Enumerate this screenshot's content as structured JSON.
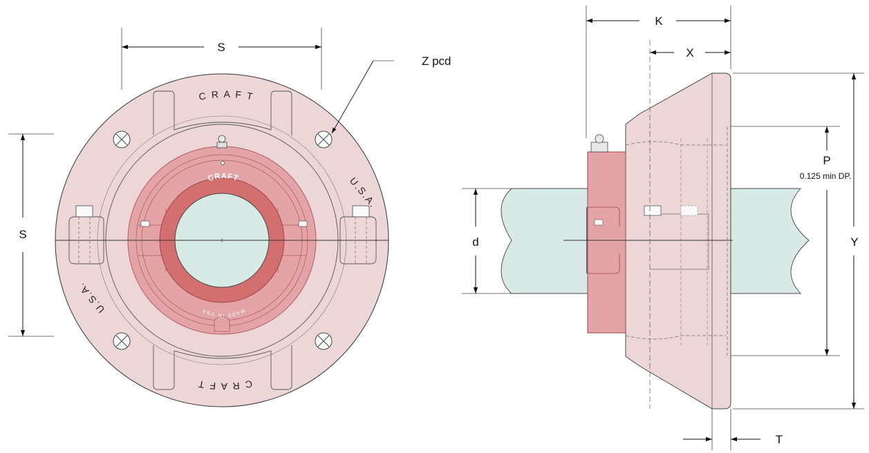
{
  "dimensions": {
    "front_width": "S",
    "front_height": "S",
    "bolt_circle": "Z pcd",
    "overall_length": "K",
    "offset": "X",
    "pilot_diameter": "P",
    "pilot_depth_note": "0.125 min DP.",
    "flange_diameter": "Y",
    "shaft_diameter": "d",
    "flange_thickness": "T"
  },
  "markings": {
    "brand_top": "C R A F T",
    "brand_bottom": "C R A F T",
    "country_right": "U.S.A.",
    "country_left": "U.S.A.",
    "collar_brand": "CRAFT",
    "collar_made_in": "MADE IN USA"
  },
  "colors": {
    "housing": "#ecd6d8",
    "collar": "#e4a4a7",
    "insert_ring": "#d3706f",
    "shaft": "#d7eae6"
  }
}
